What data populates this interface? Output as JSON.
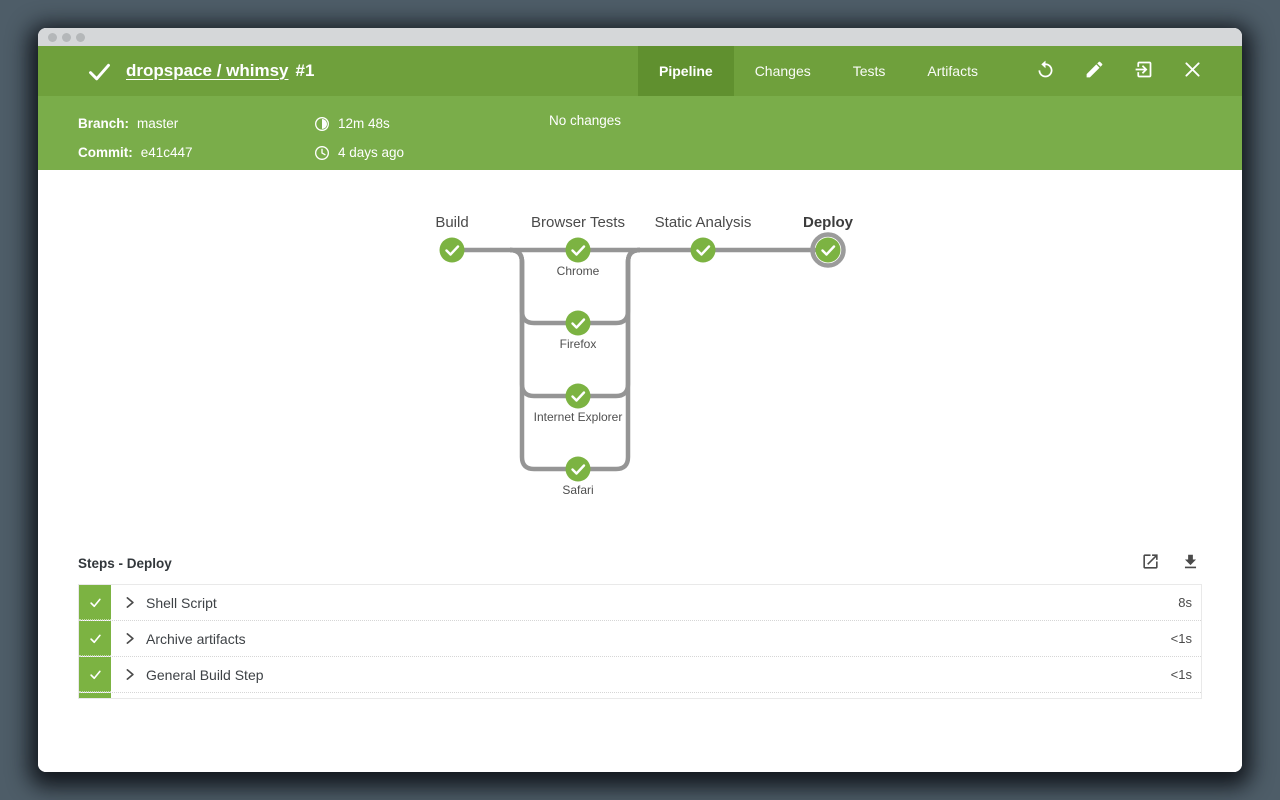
{
  "window": {
    "titlebar": {
      "dots": 3
    }
  },
  "header": {
    "status_icon": "check-icon",
    "title_link": "dropspace / whimsy",
    "build_number": "#1",
    "tabs": [
      {
        "label": "Pipeline",
        "active": true
      },
      {
        "label": "Changes",
        "active": false
      },
      {
        "label": "Tests",
        "active": false
      },
      {
        "label": "Artifacts",
        "active": false
      }
    ],
    "action_icons": [
      "replay-icon",
      "edit-icon",
      "exit-icon",
      "close-icon"
    ]
  },
  "infobar": {
    "branch_label": "Branch:",
    "branch_value": "master",
    "commit_label": "Commit:",
    "commit_value": "e41c447",
    "duration_icon": "stopwatch-icon",
    "duration": "12m 48s",
    "time_icon": "clock-icon",
    "time_ago": "4 days ago",
    "changes": "No changes"
  },
  "pipeline": {
    "stages": [
      {
        "name": "Build",
        "status": "success"
      },
      {
        "name": "Browser Tests",
        "status": "success"
      },
      {
        "name": "Static Analysis",
        "status": "success"
      },
      {
        "name": "Deploy",
        "status": "success",
        "selected": true
      }
    ],
    "parallel_branches": [
      "Chrome",
      "Firefox",
      "Internet Explorer",
      "Safari"
    ]
  },
  "steps": {
    "heading": "Steps - Deploy",
    "header_icons": [
      "external-link-icon",
      "download-icon"
    ],
    "rows": [
      {
        "status": "success",
        "name": "Shell Script",
        "duration": "8s"
      },
      {
        "status": "success",
        "name": "Archive artifacts",
        "duration": "<1s"
      },
      {
        "status": "success",
        "name": "General Build Step",
        "duration": "<1s"
      }
    ]
  },
  "colors": {
    "desktop_background": "#4E5D68",
    "header_green": "#6FA03C",
    "active_tab_green": "#60902F",
    "infobar_green": "#7AAD4A",
    "node_green": "#7CB342",
    "graph_line_gray": "#959595",
    "selected_ring_gray": "#9B9B9B",
    "text_dark": "#3E4246"
  }
}
